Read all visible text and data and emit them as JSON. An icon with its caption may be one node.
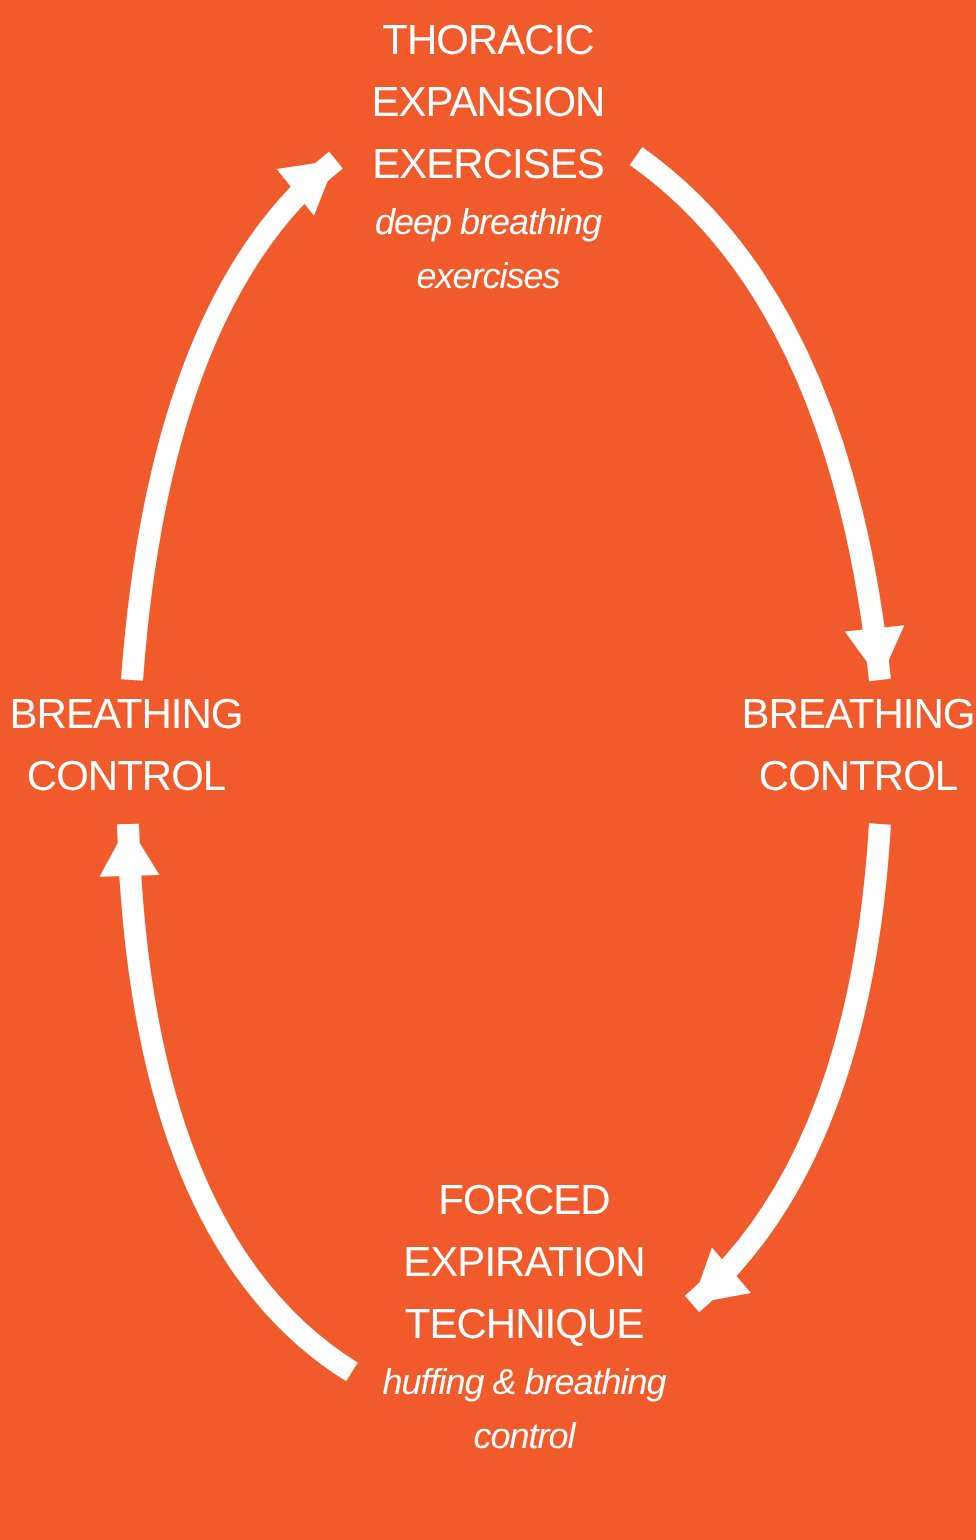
{
  "diagram": {
    "nodes": [
      {
        "text": [
          "THORACIC EXPANSION EXERCISES",
          "deep breathing exercises"
        ]
      },
      {
        "text": [
          "BREATHING CONTROL"
        ]
      },
      {
        "text": [
          "FORCED EXPIRATION TECHNIQUE",
          "huffing & breathing control"
        ]
      },
      {
        "text": [
          "BREATHING CONTROL"
        ]
      }
    ],
    "edges": [
      {
        "from": 0,
        "to": 1,
        "arrow": "to"
      },
      {
        "from": 1,
        "to": 2,
        "arrow": "to"
      },
      {
        "from": 2,
        "to": 3,
        "arrow": "to"
      },
      {
        "from": 3,
        "to": 0,
        "arrow": "to"
      }
    ]
  }
}
